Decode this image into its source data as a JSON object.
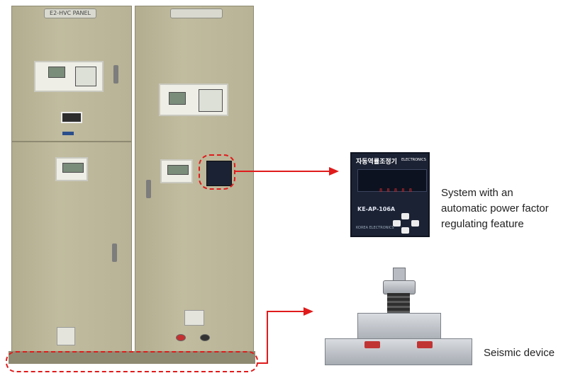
{
  "panel_left": {
    "nameplate": "E2-HVC PANEL"
  },
  "panel_right": {
    "nameplate": ""
  },
  "controller": {
    "title": "자동역률조정기",
    "brand": "ELECTRONICS",
    "display_digits": "8 8 8 8 8",
    "model": "KE-AP-106A",
    "footer": "KOREA ELECTRONICS"
  },
  "captions": {
    "apfc_line1": "System with an",
    "apfc_line2": "automatic power factor",
    "apfc_line3": "regulating feature",
    "seismic": "Seismic device"
  },
  "colors": {
    "highlight": "#e01b1b",
    "cabinet": "#b8b296"
  },
  "icons": [
    "arrow-right-icon",
    "arrow-right-icon"
  ]
}
